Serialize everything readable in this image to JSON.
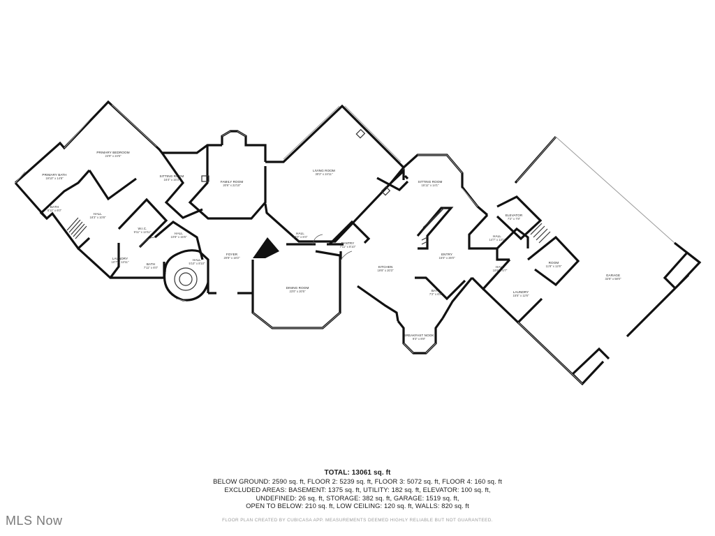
{
  "rooms": [
    {
      "id": "primary-bedroom",
      "name": "PRIMARY BEDROOM",
      "dim": "24'9\" x 24'5\""
    },
    {
      "id": "primary-bath",
      "name": "PRIMARY BATH",
      "dim": "19'10\" x 14'8\""
    },
    {
      "id": "bath-1",
      "name": "BATH",
      "dim": "5'11\" x 6'0\""
    },
    {
      "id": "hall-1",
      "name": "HALL",
      "dim": "18'3\" x 10'8\""
    },
    {
      "id": "wic",
      "name": "W.I.C.",
      "dim": "9'11\" x 13'11\""
    },
    {
      "id": "laundry-1",
      "name": "LAUNDRY",
      "dim": "10'7\" x 13'11\""
    },
    {
      "id": "bath-2",
      "name": "BATH",
      "dim": "7'11\" x 6'0\""
    },
    {
      "id": "sitting-room-1",
      "name": "SITTING ROOM",
      "dim": "16'4\" x 16'3\""
    },
    {
      "id": "hall-2",
      "name": "HALL",
      "dim": "10'8\" x 15'6\""
    },
    {
      "id": "hall-3",
      "name": "HALL",
      "dim": "5'10\" x 8'10\""
    },
    {
      "id": "family-room",
      "name": "FAMILY ROOM",
      "dim": "20'6\" x 22'10\""
    },
    {
      "id": "foyer",
      "name": "FOYER",
      "dim": "20'8\" x 18'2\""
    },
    {
      "id": "living-room",
      "name": "LIVING ROOM",
      "dim": "30'2\" x 24'11\""
    },
    {
      "id": "hall-4",
      "name": "HALL",
      "dim": "24'0\" x 8'4\""
    },
    {
      "id": "dining-room",
      "name": "DINING ROOM",
      "dim": "23'0\" x 20'5\""
    },
    {
      "id": "pantry",
      "name": "PANTRY",
      "dim": "7'11\" x 8'10\""
    },
    {
      "id": "kitchen",
      "name": "KITCHEN",
      "dim": "19'8\" x 20'3\""
    },
    {
      "id": "sitting-room-2",
      "name": "SITTING ROOM",
      "dim": "15'11\" x 14'1\""
    },
    {
      "id": "entry",
      "name": "ENTRY",
      "dim": "15'0\" x 26'0\""
    },
    {
      "id": "bath-3",
      "name": "BATH",
      "dim": "7'2\" x 6'8\""
    },
    {
      "id": "breakfast-nook",
      "name": "BREAKFAST NOOK",
      "dim": "9'3\" x 8'8\""
    },
    {
      "id": "elevator",
      "name": "ELEVATOR",
      "dim": "7'2\" x 7'8\""
    },
    {
      "id": "hall-5",
      "name": "HALL",
      "dim": "14'7\" x 13'1\""
    },
    {
      "id": "hall-6",
      "name": "HALL",
      "dim": "18'6\" x 6'7\""
    },
    {
      "id": "room",
      "name": "ROOM",
      "dim": "11'8\" x 12'6\""
    },
    {
      "id": "laundry-2",
      "name": "LAUNDRY",
      "dim": "15'5\" x 12'6\""
    },
    {
      "id": "garage",
      "name": "GARAGE",
      "dim": "32'8\" x 58'0\""
    }
  ],
  "summary": {
    "total": "TOTAL: 13061 sq. ft",
    "line1": "BELOW GROUND: 2590 sq. ft, FLOOR 2: 5239 sq. ft, FLOOR 3: 5072 sq. ft, FLOOR 4: 160 sq. ft",
    "line2": "EXCLUDED AREAS: BASEMENT: 1375 sq. ft, UTILITY: 182 sq. ft, ELEVATOR: 100 sq. ft,",
    "line3": "UNDEFINED: 26 sq. ft, STORAGE: 382 sq. ft, GARAGE: 1519 sq. ft,",
    "line4": "OPEN TO BELOW: 210 sq. ft, LOW CEILING: 120 sq. ft, WALLS: 820 sq. ft"
  },
  "disclaimer": "FLOOR PLAN CREATED BY CUBICASA APP. MEASUREMENTS DEEMED HIGHLY RELIABLE BUT NOT GUARANTEED.",
  "watermark": "MLS Now",
  "colors": {
    "wall": "#111111",
    "window": "#9a9a9a",
    "text": "#222222",
    "watermark": "#7a7a7a"
  }
}
